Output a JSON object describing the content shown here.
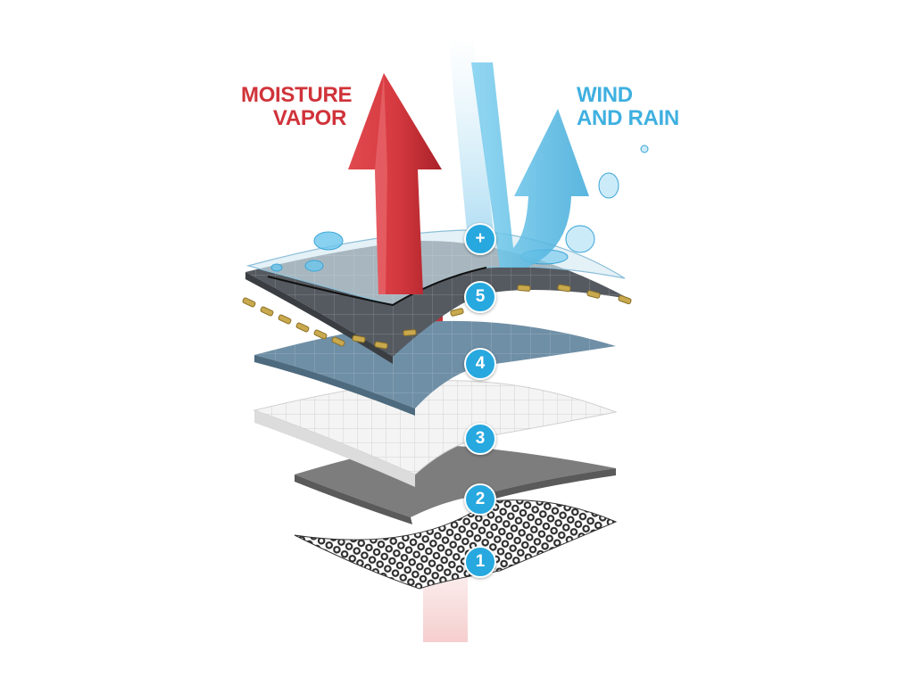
{
  "labels": {
    "moisture": [
      "MOISTURE",
      "VAPOR"
    ],
    "wind": [
      "WIND",
      "AND RAIN"
    ]
  },
  "badges": [
    "+",
    "5",
    "4",
    "3",
    "2",
    "1"
  ],
  "colors": {
    "moisture_arrow": "#d33a40",
    "wind_arrow": "#5cc0e6",
    "badge": "#27a8df",
    "moisture_text": "#d0333a",
    "wind_text": "#3fb0e0"
  },
  "icons": {
    "moisture_arrow": "up-arrow-icon",
    "wind_arrow": "deflected-arrow-icon",
    "droplets": "water-droplet-icon"
  }
}
